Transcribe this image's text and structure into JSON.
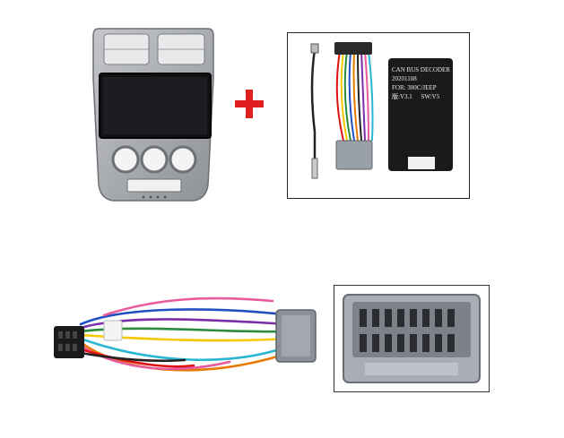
{
  "plus_symbol": "+",
  "decoder": {
    "line1": "CAN BUS DECODER",
    "line2": "20201108",
    "line3": "FOR:  300C/JEEP",
    "line4a": "版:V3.1",
    "line4b": "SW:V5"
  },
  "colors": {
    "plus": "#e02020",
    "panel": "#a8aaae",
    "screen": "#111111",
    "decoder_box": "#1a1a1a",
    "connector_grey": "#8a8f98"
  },
  "icons": {
    "plus": "plus-icon"
  }
}
